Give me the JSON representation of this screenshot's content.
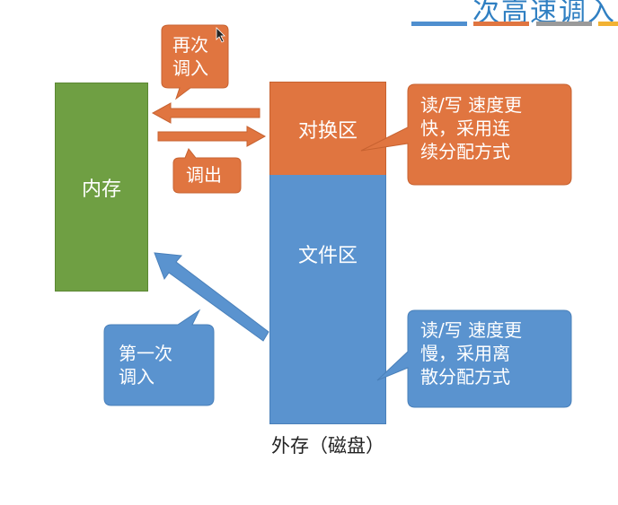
{
  "header": {
    "title_fragment": "次高速调入",
    "bar_colors": [
      "#4f8fcf",
      "#e07540",
      "#9a9a9a",
      "#f2b233"
    ]
  },
  "memory": {
    "label": "内存",
    "color": "#6f9f43"
  },
  "disk": {
    "swap_label": "对换区",
    "file_label": "文件区",
    "caption": "外存（磁盘）",
    "swap_color": "#e07540",
    "file_color": "#5a93cf"
  },
  "callouts": {
    "reload": "再次\n调入",
    "swap_out": "调出",
    "first_load": "第一次\n调入",
    "swap_speed": "读/写 速度更\n快，采用连\n续分配方式",
    "file_speed": "读/写 速度更\n慢，采用离\n散分配方式"
  }
}
